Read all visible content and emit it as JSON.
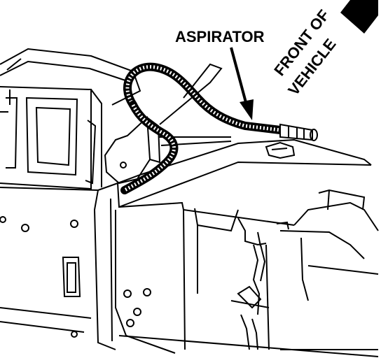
{
  "labels": {
    "aspirator": "ASPIRATOR",
    "front_of": "FRONT OF",
    "vehicle": "VEHICLE"
  },
  "colors": {
    "ink": "#000000",
    "paper": "#ffffff"
  }
}
